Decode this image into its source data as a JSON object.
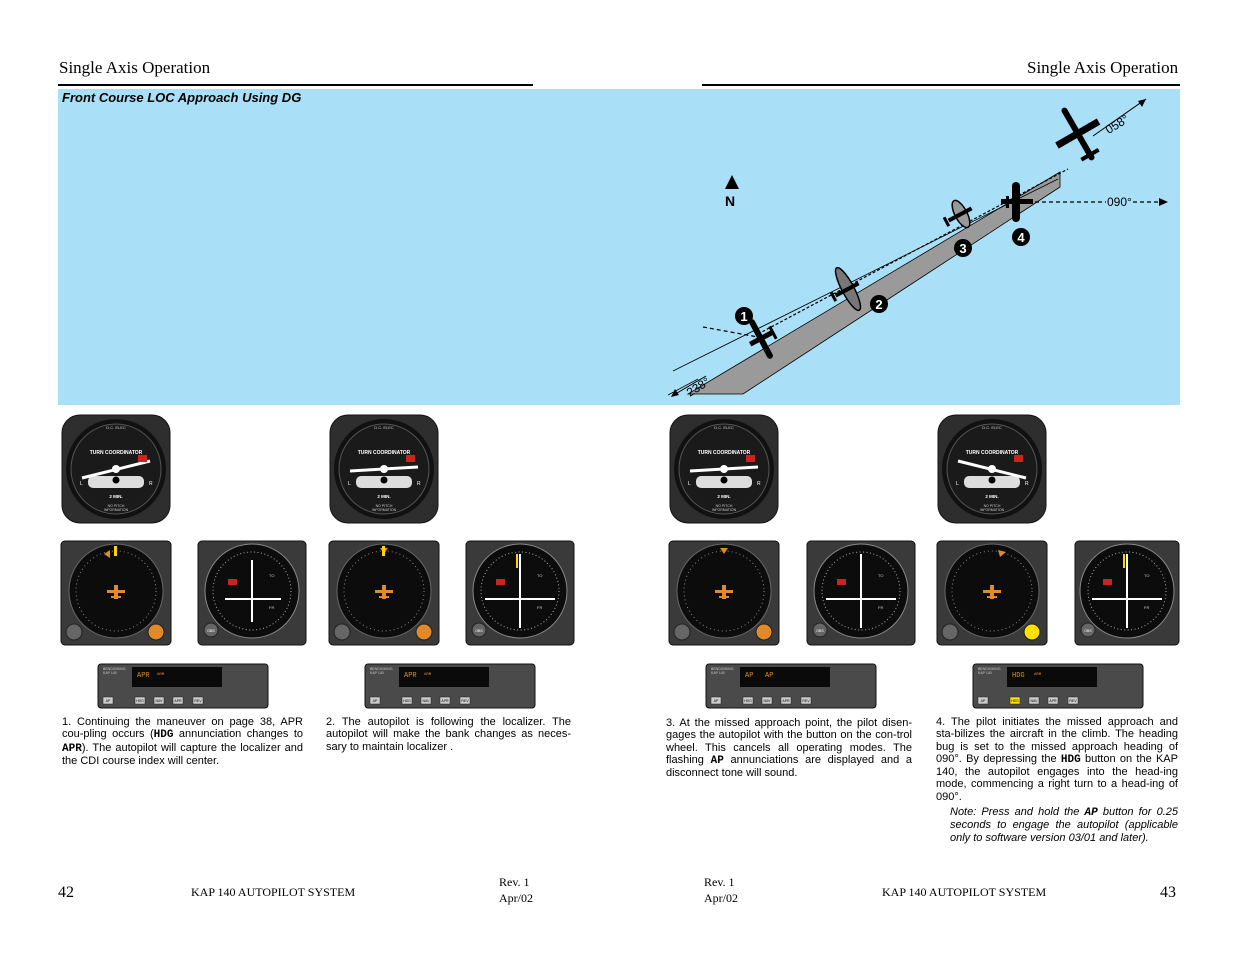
{
  "left_page": {
    "header": "Single Axis Operation",
    "page_number": "42",
    "footer_title": "KAP 140 AUTOPILOT SYSTEM",
    "rev_line1": "Rev. 1",
    "rev_line2": "Apr/02"
  },
  "right_page": {
    "header": "Single Axis Operation",
    "page_number": "43",
    "footer_title": "KAP 140 AUTOPILOT SYSTEM",
    "rev_line1": "Rev. 1",
    "rev_line2": "Apr/02"
  },
  "diagram": {
    "title": "Front Course  LOC Approach Using DG",
    "north_label": "N",
    "heading_058": "058°",
    "heading_090": "090°",
    "heading_238": "238°",
    "markers": [
      "1",
      "2",
      "3",
      "4"
    ]
  },
  "instruments": {
    "turn_coordinator": {
      "top_label": "D.C. ELEC",
      "title": "TURN COORDINATOR",
      "left_mark": "L",
      "right_mark": "R",
      "min_label": "2 MIN.",
      "bottom_label_1": "NO PITCH",
      "bottom_label_2": "INFORMATION"
    },
    "hsi": {
      "to_label": "TO",
      "fr_label": "FR",
      "obs_label": "OBS"
    },
    "ap_panel": {
      "brand": "BENDIX/KING",
      "model": "KAP 140",
      "buttons": [
        "AP",
        "HDG",
        "NAV",
        "APR",
        "REV"
      ],
      "displays": [
        "APR",
        "APR",
        "AP",
        "HDG"
      ],
      "arm_label": "ARM"
    }
  },
  "steps": [
    {
      "number": "1.",
      "p1": "Continuing the maneuver on page 38, APR cou-pling occurs (",
      "hdg": "HDG",
      "p2": " annunciation changes to ",
      "apr": "APR",
      "p3": "). The autopilot will capture the localizer and the CDI course index will center."
    },
    {
      "number": "2.",
      "text": "The autopilot is following the localizer. The autopilot will make the bank changes as neces-sary to maintain localizer ."
    },
    {
      "number": "3.",
      "p1": "At the missed approach point, the pilot disen-gages the autopilot with the button on the con-trol wheel. This cancels all operating modes. The flashing ",
      "ap": "AP",
      "p2": " annunciations are displayed and a disconnect tone will sound."
    },
    {
      "number": "4.",
      "p1": "The pilot initiates the missed approach and sta-bilizes the aircraft in the climb. The heading bug is set to the missed approach heading of 090°. By depressing the ",
      "hdg": "HDG",
      "p2": " button on the KAP 140,  the autopilot engages into the head-ing mode, commencing a right turn to a head-ing of 090°.",
      "note1": "Note: Press and hold the ",
      "note_ap": "AP",
      "note2": " button for 0.25 seconds to engage the autopilot (applicable only to software version 03/01 and later)."
    }
  ]
}
